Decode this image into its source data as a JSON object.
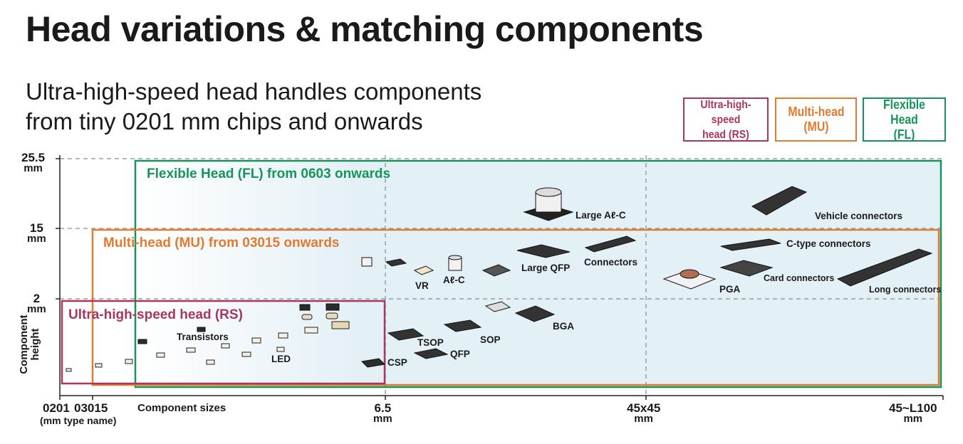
{
  "title": "Head variations & matching components",
  "subtitle": [
    "Ultra-high-speed head handles components",
    "from tiny 0201 mm chips and onwards"
  ],
  "legend": [
    {
      "id": "rs",
      "line1": "Ultra-high-speed",
      "line2": "head (RS)",
      "color": "#a8365e"
    },
    {
      "id": "mu",
      "line1": "Multi-head",
      "line2": "(MU)",
      "color": "#e07b2f"
    },
    {
      "id": "fl",
      "line1": "Flexible Head",
      "line2": "(FL)",
      "color": "#16955a"
    }
  ],
  "y_axis": {
    "label_line1": "Component",
    "label_line2": "height",
    "ticks": [
      {
        "value": "25.5",
        "unit": "mm"
      },
      {
        "value": "15",
        "unit": "mm"
      },
      {
        "value": "2",
        "unit": "mm"
      }
    ]
  },
  "x_axis": {
    "ticks": [
      {
        "value": "0201",
        "unit": ""
      },
      {
        "value": "03015",
        "unit": ""
      },
      {
        "value": "6.5",
        "unit": "mm"
      },
      {
        "value": "45x45",
        "unit": "mm"
      },
      {
        "value": "45~L100",
        "unit": "mm"
      }
    ],
    "note": "(mm type name)",
    "caption": "Component sizes"
  },
  "regions": {
    "fl": "Flexible Head (FL) from 0603 onwards",
    "mu": "Multi-head (MU) from 03015 onwards",
    "rs": "Ultra-high-speed head (RS)"
  },
  "components": {
    "transistors": "Transistors",
    "led": "LED",
    "csp": "CSP",
    "tsop": "TSOP",
    "qfp": "QFP",
    "sop": "SOP",
    "bga": "BGA",
    "vr": "VR",
    "alc": "Aℓ-C",
    "large_qfp": "Large QFP",
    "connectors": "Connectors",
    "large_alc": "Large Aℓ-C",
    "vehicle_connectors": "Vehicle connectors",
    "c_type_connectors": "C-type connectors",
    "card_connectors": "Card connectors",
    "pga": "PGA",
    "long_connectors": "Long connectors"
  },
  "colors": {
    "rs": "#a8365e",
    "mu": "#e07b2f",
    "fl": "#16955a",
    "fill": "#e3f0f6",
    "grid": "#888888"
  }
}
